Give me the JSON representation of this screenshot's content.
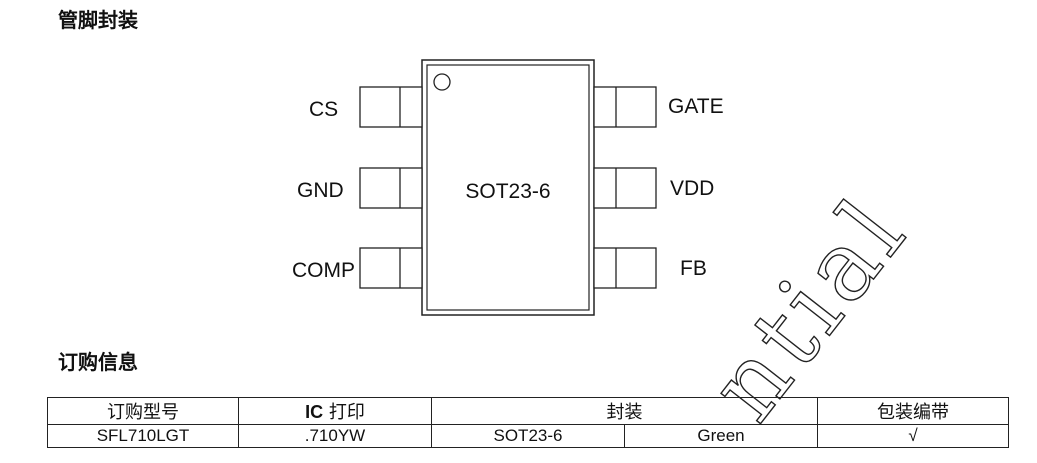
{
  "sections": {
    "pin_package": "管脚封装",
    "order_info": "订购信息"
  },
  "package": {
    "name": "SOT23-6",
    "pins_left": [
      "CS",
      "GND",
      "COMP"
    ],
    "pins_right": [
      "GATE",
      "VDD",
      "FB"
    ]
  },
  "watermark": "ntial",
  "table": {
    "headers": {
      "part_number": "订购型号",
      "ic_marking_bold": "IC",
      "ic_marking_rest": " 打印",
      "package": "封装",
      "tape": "包装编带"
    },
    "row": {
      "part_number": "SFL710LGT",
      "marking": ".710YW",
      "package": "SOT23-6",
      "grade": "Green",
      "tape": "√"
    }
  }
}
